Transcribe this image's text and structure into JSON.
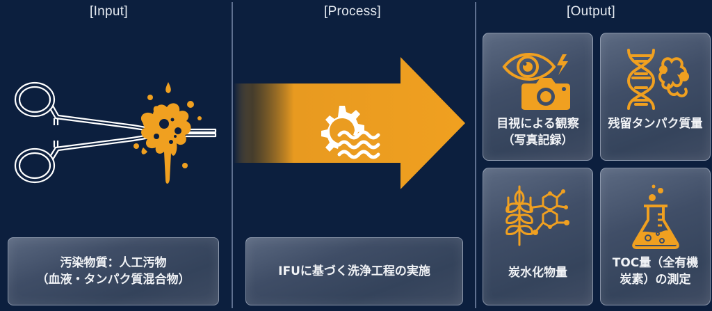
{
  "columns": {
    "input": {
      "title": "[Input]"
    },
    "process": {
      "title": "[Process]"
    },
    "output": {
      "title": "[Output]"
    }
  },
  "input": {
    "icon": "forceps-with-contaminant-splash-icon",
    "label_line1": "汚染物質：人工汚物",
    "label_line2": "（血液・タンパク質混合物）"
  },
  "process": {
    "icon": "gear-water-wash-icon",
    "arrow_icon": "right-arrow",
    "label": "IFUに基づく洗浄工程の実施"
  },
  "output": {
    "cards": [
      {
        "icon": "eye-camera-icon",
        "line1": "目視による観察",
        "line2": "（写真記録）"
      },
      {
        "icon": "dna-protein-icon",
        "line1": "残留タンパク質量",
        "line2": ""
      },
      {
        "icon": "wheat-molecule-icon",
        "line1": "炭水化物量",
        "line2": ""
      },
      {
        "icon": "flask-icon",
        "line1": "TOC量（全有機",
        "line2": "炭素）の測定"
      }
    ]
  },
  "colors": {
    "background": "#0c1f3e",
    "accent": "#f0a020",
    "divider": "#5f7090"
  }
}
